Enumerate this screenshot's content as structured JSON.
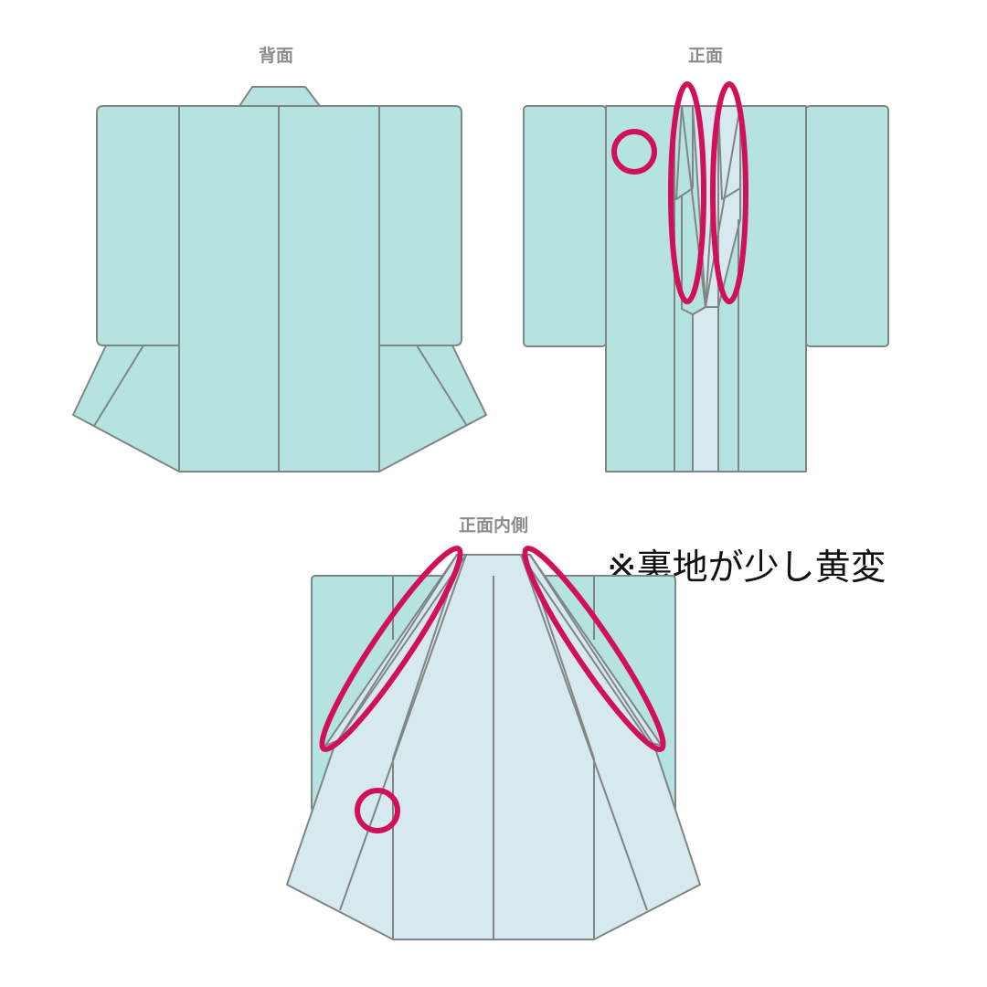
{
  "labels": {
    "back": "背面",
    "front": "正面",
    "front_inside": "正面内側"
  },
  "note": "※裏地が少し黄変",
  "colors": {
    "outer_fabric": "#b5e3e0",
    "lining_fabric": "#d5e9ee",
    "outline": "#808585",
    "marker": "#d0115a",
    "label_text": "#8c8c8c",
    "note_text": "#111111"
  },
  "icons": {
    "marker_circle": "circle-marker-icon",
    "marker_ellipse": "ellipse-marker-icon"
  }
}
